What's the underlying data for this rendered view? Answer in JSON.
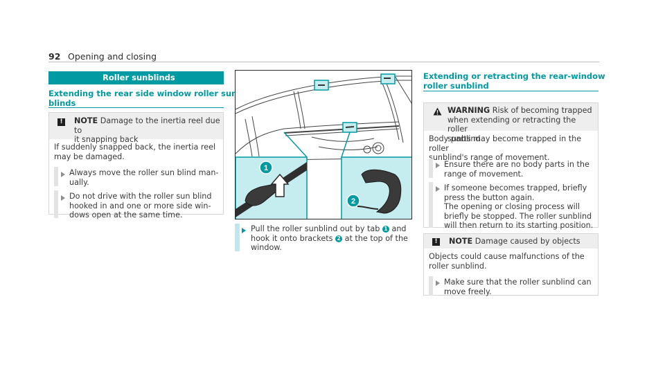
{
  "header": {
    "page_number": "92",
    "section": "Opening and closing"
  },
  "left": {
    "section_title": "Roller sunblinds",
    "heading_line1": "Extending the rear side window roller sun-",
    "heading_line2": "blinds",
    "note": {
      "label": "NOTE",
      "title_line1": "Damage to the inertia reel due to",
      "title_line2": "it snapping back",
      "text_line1": "If suddenly snapped back, the inertia reel",
      "text_line2": "may be damaged.",
      "steps": [
        {
          "line1": "Always move the roller sun blind man-",
          "line2": "ually."
        },
        {
          "line1": "Do not drive with the roller sun blind",
          "line2": "hooked in and one or more side win-",
          "line3": "dows open at the same time."
        }
      ]
    }
  },
  "middle": {
    "callout_1": "1",
    "callout_2": "2",
    "instruction": {
      "line1_a": "Pull the roller sunblind out by tab",
      "line1_b": "and",
      "line2_a": "hook it onto brackets",
      "line2_b": "at the top of the",
      "line3": "window."
    }
  },
  "right": {
    "heading_line1": "Extending or retracting the rear-window",
    "heading_line2": "roller sunblind",
    "warning": {
      "label": "WARNING",
      "title_line1": "Risk of becoming trapped",
      "title_line2": "when extending or retracting the roller",
      "title_line3": "sunblind",
      "text_line1": "Body parts may become trapped in the roller",
      "text_line2": "sunblind's range of movement.",
      "steps": [
        {
          "line1": "Ensure there are no body parts in the",
          "line2": "range of movement."
        },
        {
          "line1": "If someone becomes trapped, briefly",
          "line2": "press the button again.",
          "line3": "The opening or closing process will",
          "line4": "briefly be stopped. The roller sunblind",
          "line5": "will then return to its starting position."
        }
      ]
    },
    "note": {
      "label": "NOTE",
      "title": "Damage caused by objects",
      "text_line1": "Objects could cause malfunctions of the",
      "text_line2": "roller sunblind.",
      "steps": [
        {
          "line1": "Make sure that the roller sunblind can",
          "line2": "move freely."
        }
      ]
    }
  },
  "colors": {
    "accent": "#009aa3",
    "callout_bg": "#c5ecee"
  }
}
